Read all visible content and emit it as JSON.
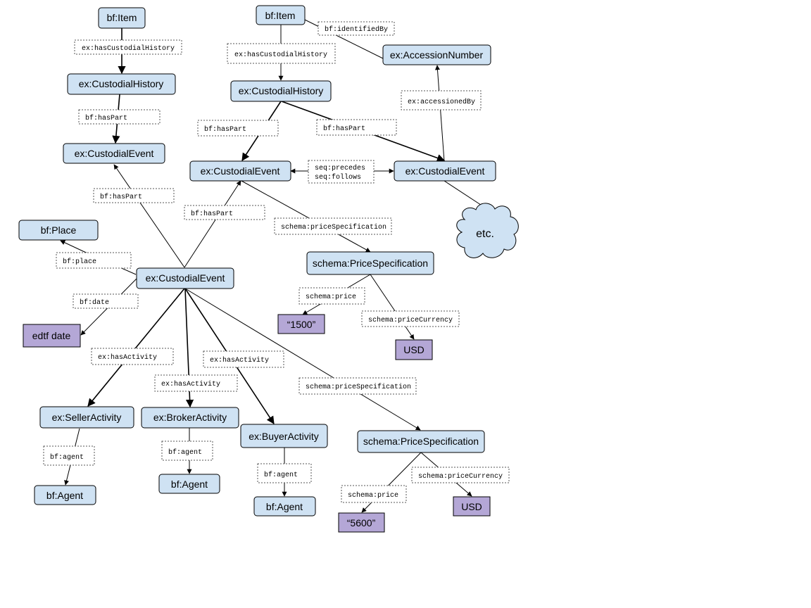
{
  "nodes": {
    "item_a": "bf:Item",
    "custhist_a": "ex:CustodialHistory",
    "custevent_a": "ex:CustodialEvent",
    "place": "bf:Place",
    "custevent_main": "ex:CustodialEvent",
    "edtf": "edtf date",
    "seller": "ex:SellerActivity",
    "broker": "ex:BrokerActivity",
    "buyer": "ex:BuyerActivity",
    "agent_seller": "bf:Agent",
    "agent_broker": "bf:Agent",
    "agent_buyer": "bf:Agent",
    "item_b": "bf:Item",
    "accession": "ex:AccessionNumber",
    "custhist_b": "ex:CustodialHistory",
    "custevent_b1": "ex:CustodialEvent",
    "custevent_b2": "ex:CustodialEvent",
    "etc": "etc.",
    "pricespec_top": "schema:PriceSpecification",
    "price_1500": "“1500”",
    "usd_top": "USD",
    "pricespec_bottom": "schema:PriceSpecification",
    "price_5600": "“5600”",
    "usd_bottom": "USD"
  },
  "labels": {
    "l_hascust_a": "ex:hasCustodialHistory",
    "l_haspart_a": "bf:hasPart",
    "l_haspart_main_a": "bf:hasPart",
    "l_haspart_main_b": "bf:hasPart",
    "l_place": "bf:place",
    "l_date": "bf:date",
    "l_hasact_seller": "ex:hasActivity",
    "l_hasact_broker": "ex:hasActivity",
    "l_hasact_buyer": "ex:hasActivity",
    "l_agent_seller": "bf:agent",
    "l_agent_broker": "bf:agent",
    "l_agent_buyer": "bf:agent",
    "l_pricespec_main": "schema:priceSpecification",
    "l_price_bottom": "schema:price",
    "l_currency_bottom": "schema:priceCurrency",
    "l_hascust_b": "ex:hasCustodialHistory",
    "l_identified": "bf:identifiedBy",
    "l_haspart_b1": "bf:hasPart",
    "l_haspart_b2": "bf:hasPart",
    "l_accessioned": "ex:accessionedBy",
    "l_precedes": "seq:precedes",
    "l_follows": "seq:follows",
    "l_pricespec_b": "schema:priceSpecification",
    "l_price_top": "schema:price",
    "l_currency_top": "schema:priceCurrency"
  },
  "colors": {
    "node_fill": "#cfe2f3",
    "literal_fill": "#b4a7d6"
  }
}
